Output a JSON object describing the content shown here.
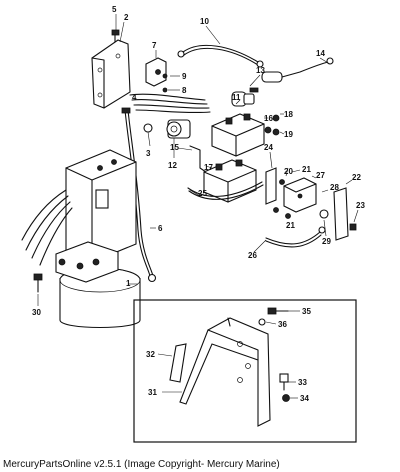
{
  "caption": "MercuryPartsOnline v2.5.1 (Image Copyright- Mercury Marine)",
  "callouts": [
    "1",
    "2",
    "3",
    "4",
    "5",
    "6",
    "7",
    "8",
    "9",
    "10",
    "11",
    "12",
    "13",
    "14",
    "15",
    "16",
    "17",
    "18",
    "19",
    "20",
    "21",
    "21",
    "22",
    "23",
    "24",
    "25",
    "26",
    "27",
    "28",
    "29",
    "30",
    "31",
    "32",
    "33",
    "34",
    "35",
    "36"
  ]
}
